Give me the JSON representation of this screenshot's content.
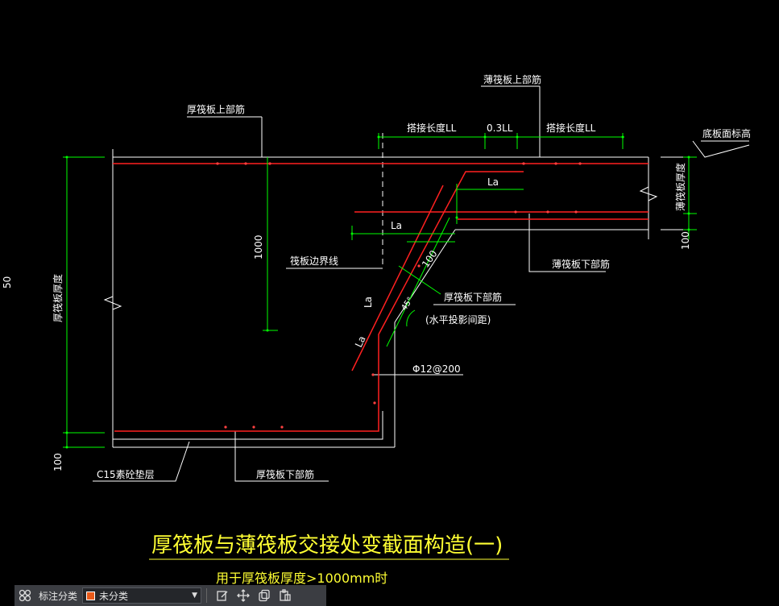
{
  "drawing": {
    "labels": {
      "thick_top_rebar": "厚筏板上部筋",
      "thin_top_rebar": "薄筏板上部筋",
      "lap_length_1": "搭接长度LL",
      "lap_gap": "0.3LL",
      "lap_length_2": "搭接长度LL",
      "bottom_elevation": "底板面标高",
      "thin_thickness": "薄筏板厚度",
      "la_upper": "La",
      "la_left": "La",
      "dim_1000": "1000",
      "raft_boundary": "筏板边界线",
      "thin_bottom_rebar": "薄筏板下部筋",
      "dim_100_slope": "100",
      "dim_100_right": "100",
      "thick_bottom_rebar_slope": "厚筏板下部筋",
      "horizontal_spacing": "(水平投影间距)",
      "angle": "45°",
      "la_slope_1": "La",
      "la_slope_2": "La",
      "stirrup": "Φ12@200",
      "thick_thickness": "厚筏板厚度",
      "dim_50": "50",
      "dim_100_left": "100",
      "c15_cushion": "C15素砼垫层",
      "thick_bottom_rebar": "厚筏板下部筋",
      "title": "厚筏板与薄筏板交接处变截面构造(一)",
      "subtitle": "用于厚筏板厚度>1000mm时"
    },
    "colors": {
      "outline": "#ffffff",
      "rebar": "#ff2020",
      "dimension": "#00ff00",
      "text": "#ffffff",
      "title": "#ffff33",
      "bar_dot": "#ff4040"
    }
  },
  "toolbar": {
    "grid_icon": "grid-icon",
    "category_label": "标注分类",
    "selected_category": "未分类",
    "category_color": "#e85a1a",
    "tool_icons": [
      "edit-icon",
      "move-icon",
      "copy-icon",
      "paste-icon"
    ]
  }
}
